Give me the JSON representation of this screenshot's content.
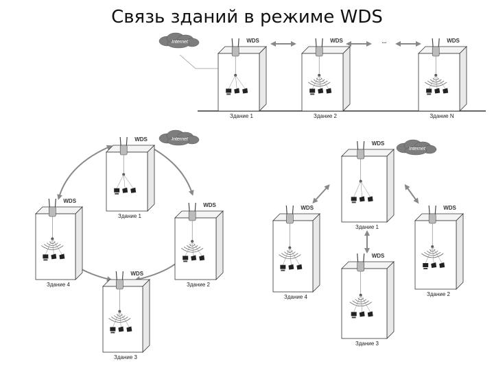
{
  "title": "Связь зданий в режиме WDS",
  "wds_label": "WDS",
  "internet_label": "Internet",
  "ellipsis": "...",
  "top_row": {
    "buildings": [
      "Здание 1",
      "Здание 2",
      "Здание N"
    ]
  },
  "ring_topology": {
    "buildings": [
      "Здание 1",
      "Здание 2",
      "Здание 3",
      "Здание 4"
    ]
  },
  "star_topology": {
    "buildings": [
      "Здание 1",
      "Здание 2",
      "Здание 3",
      "Здание 4"
    ]
  }
}
